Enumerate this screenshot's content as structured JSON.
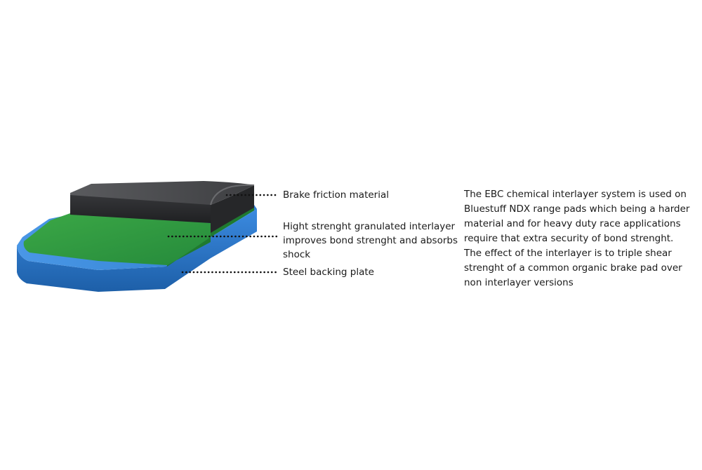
{
  "colors": {
    "friction_material": "#3a3a3c",
    "interlayer": "#2e9a3a",
    "backing_plate": "#2f7fd0",
    "text": "#1a1a1a"
  },
  "labels": {
    "friction": "Brake friction material",
    "interlayer_lines": [
      "Hight strenght granulated interlayer",
      "improves bond strenght and absorbs",
      "shock"
    ],
    "steel": "Steel backing plate"
  },
  "description_lines": [
    "The EBC chemical interlayer system is used on",
    "Bluestuff NDX range pads which being a harder",
    "material and for heavy duty race applications",
    "require that extra security of bond strenght.",
    "The effect of the interlayer is to triple shear",
    "strenght of a common organic brake pad over",
    "non interlayer versions"
  ]
}
